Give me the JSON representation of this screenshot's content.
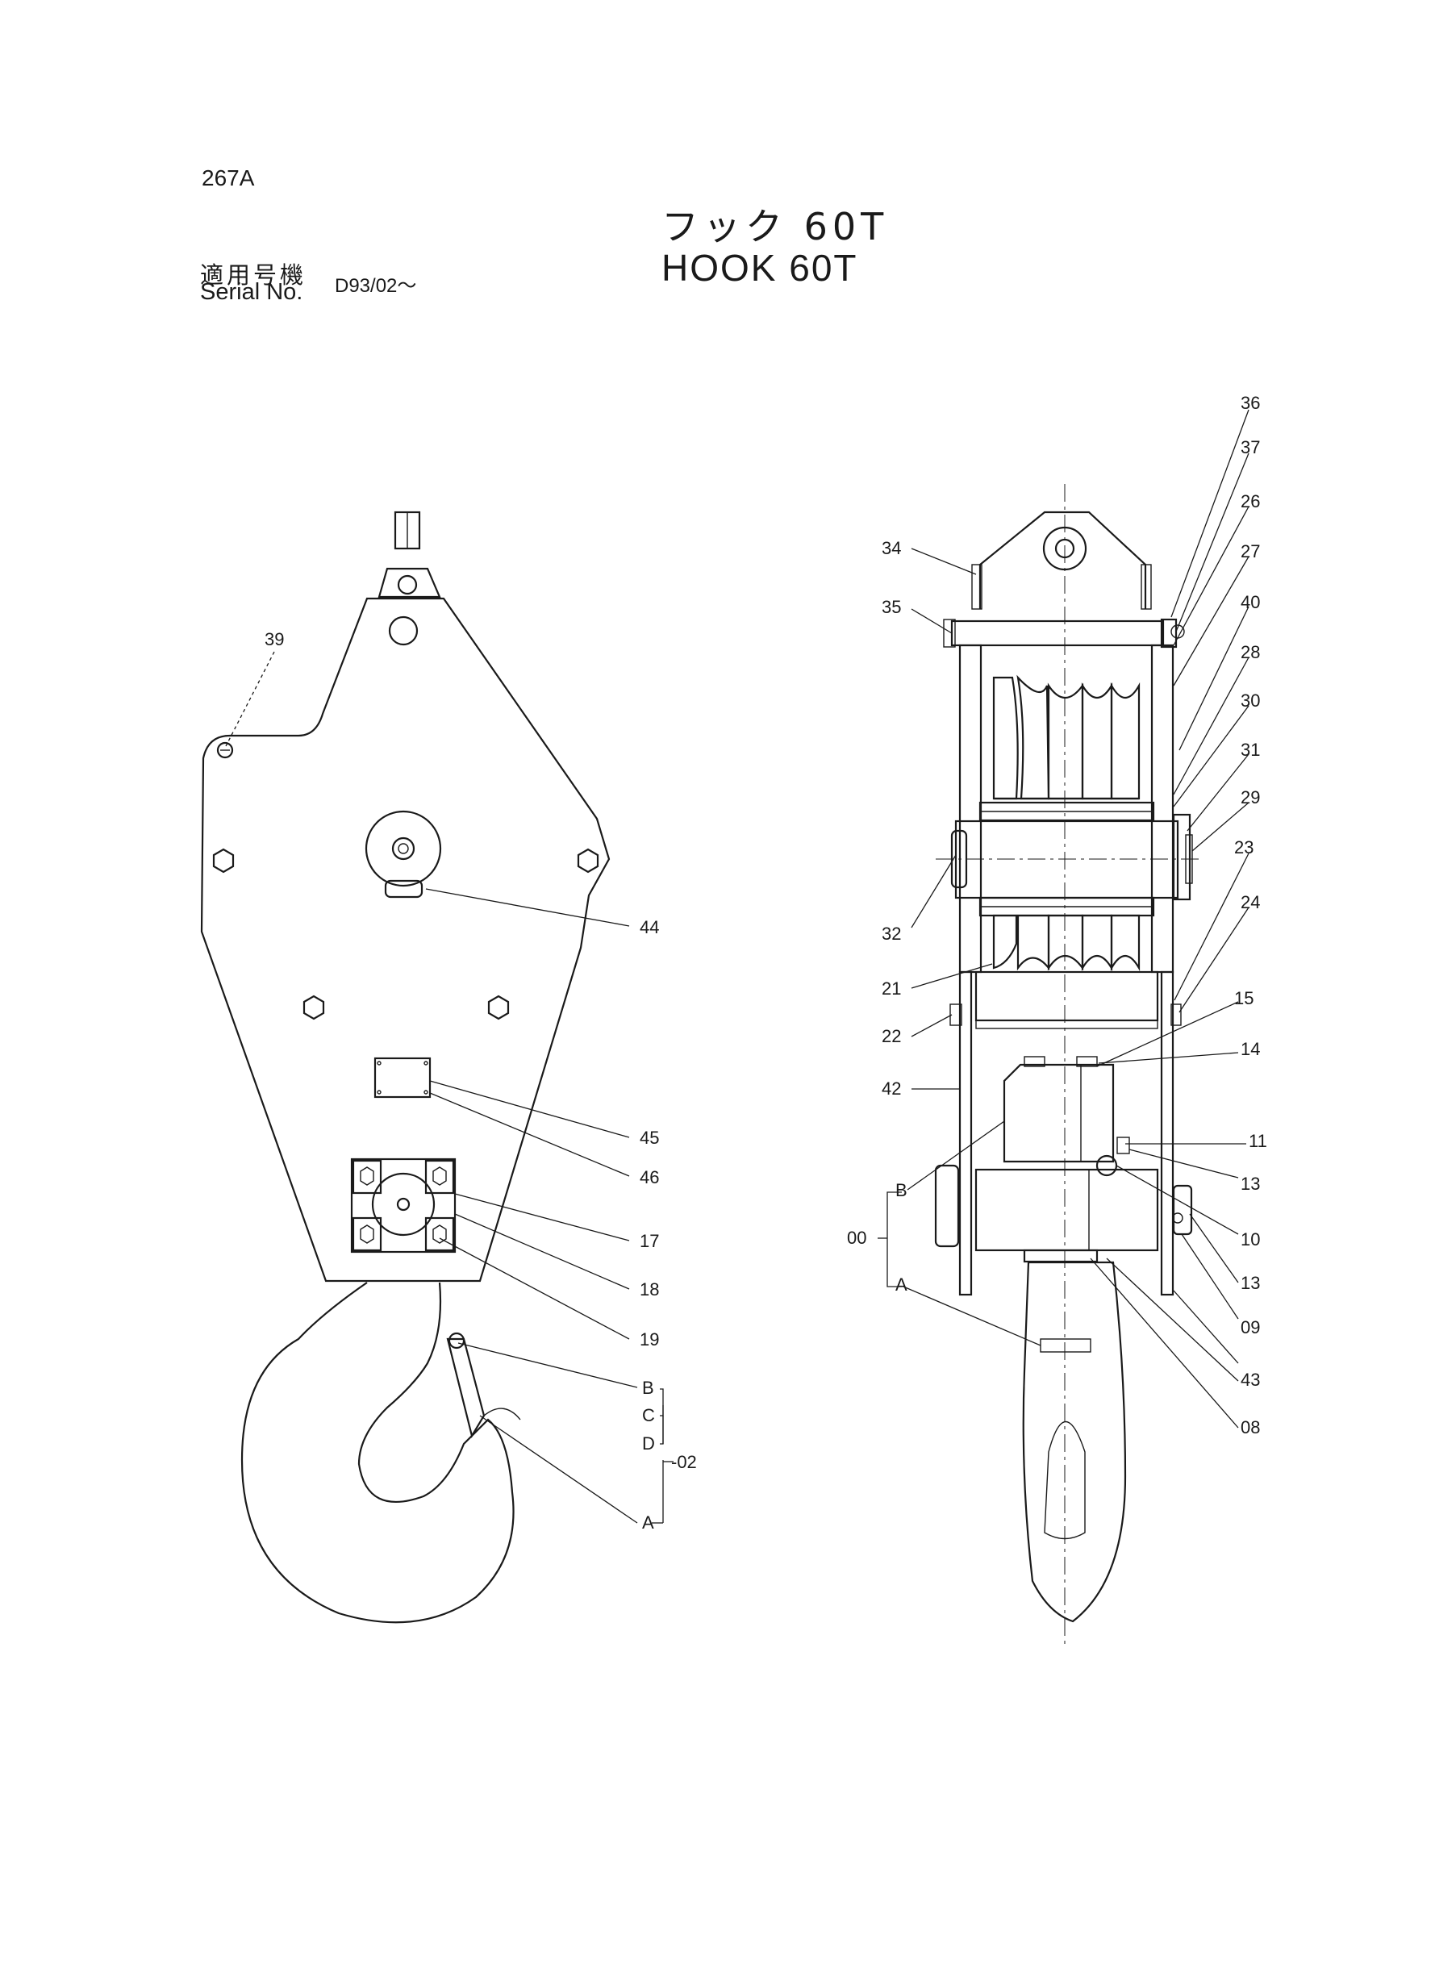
{
  "header": {
    "code": "267A",
    "title_jp": "フック 60T",
    "title_en": "HOOK 60T",
    "serial_jp": "適用号機",
    "serial_en": "Serial No.",
    "serial_value": "D93/02～"
  },
  "callouts": {
    "c36": "36",
    "c37": "37",
    "c26": "26",
    "c27": "27",
    "c40": "40",
    "c28": "28",
    "c30": "30",
    "c31": "31",
    "c29": "29",
    "c23": "23",
    "c24": "24",
    "c15": "15",
    "c14": "14",
    "c11": "11",
    "c13a": "13",
    "c10": "10",
    "c13b": "13",
    "c09": "09",
    "c43": "43",
    "c08": "08",
    "c34": "34",
    "c35": "35",
    "c32": "32",
    "c21": "21",
    "c22": "22",
    "c42": "42",
    "cB_right": "B",
    "c00": "00",
    "cA_right": "A",
    "c39": "39",
    "c44": "44",
    "c45": "45",
    "c46": "46",
    "c17": "17",
    "c18": "18",
    "c19": "19",
    "cB_left": "B",
    "cC_left": "C",
    "cD_left": "D",
    "c02": "-02",
    "cA_left": "A"
  }
}
